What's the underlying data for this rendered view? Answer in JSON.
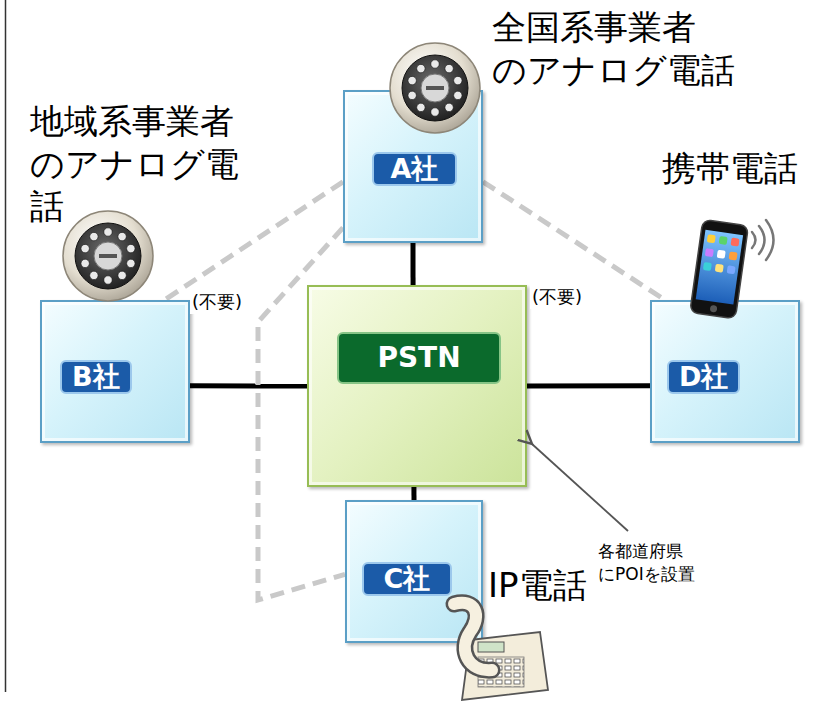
{
  "diagram": {
    "nodes": [
      {
        "text": [
          "全国系事業者 のアナログ電話",
          "A社"
        ]
      },
      {
        "text": [
          "地域系事業者 のアナログ電 話",
          "B社"
        ]
      },
      {
        "text": [
          "PSTN"
        ]
      },
      {
        "text": [
          "携帯電話",
          "D社"
        ]
      },
      {
        "text": [
          "C社",
          "IP電話"
        ]
      }
    ],
    "edges": [
      {
        "from": 0,
        "to": 2,
        "arrow": "none"
      },
      {
        "from": 1,
        "to": 2,
        "arrow": "none"
      },
      {
        "from": 2,
        "to": 3,
        "arrow": "none"
      },
      {
        "from": 2,
        "to": 4,
        "arrow": "none"
      },
      {
        "from": 0,
        "to": 1,
        "arrow": "none",
        "label": "(不要)"
      },
      {
        "from": 0,
        "to": 3,
        "arrow": "none",
        "label": "(不要)"
      },
      {
        "from": 0,
        "to": 4,
        "arrow": "none"
      }
    ],
    "labels": [
      "各都道府県 にPOIを設置"
    ]
  }
}
